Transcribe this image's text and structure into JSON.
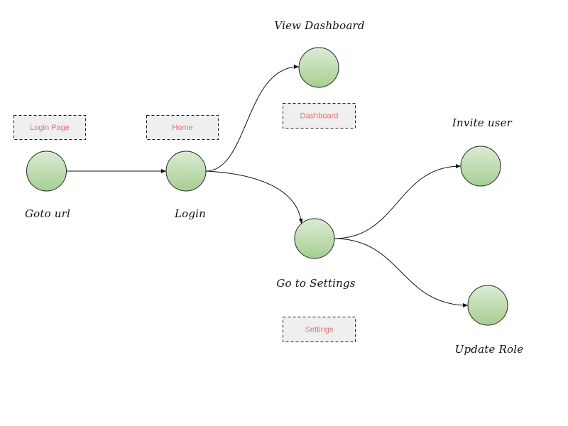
{
  "diagram": {
    "title": "",
    "colors": {
      "node_fill_top": "#dcebd4",
      "node_fill_bottom": "#a6cf92",
      "node_stroke": "#1f2a1a",
      "edge_stroke": "#111111",
      "screen_fill": "#efefef",
      "screen_text": "#e4736f"
    },
    "nodes": [
      {
        "id": "goto-url",
        "label": "Goto url"
      },
      {
        "id": "login",
        "label": "Login"
      },
      {
        "id": "view-dashboard",
        "label": "View Dashboard"
      },
      {
        "id": "go-to-settings",
        "label": "Go to Settings"
      },
      {
        "id": "invite-user",
        "label": "Invite user"
      },
      {
        "id": "update-role",
        "label": "Update Role"
      }
    ],
    "screens": [
      {
        "id": "login-page",
        "label": "Login Page",
        "for_node": "goto-url"
      },
      {
        "id": "home",
        "label": "Home",
        "for_node": "login"
      },
      {
        "id": "dashboard",
        "label": "Dashboard",
        "for_node": "view-dashboard"
      },
      {
        "id": "settings",
        "label": "Settings",
        "for_node": "go-to-settings"
      }
    ],
    "edges": [
      {
        "from": "goto-url",
        "to": "login",
        "style": "straight"
      },
      {
        "from": "login",
        "to": "view-dashboard",
        "style": "curved"
      },
      {
        "from": "login",
        "to": "go-to-settings",
        "style": "curved"
      },
      {
        "from": "go-to-settings",
        "to": "invite-user",
        "style": "curved"
      },
      {
        "from": "go-to-settings",
        "to": "update-role",
        "style": "curved"
      }
    ]
  }
}
